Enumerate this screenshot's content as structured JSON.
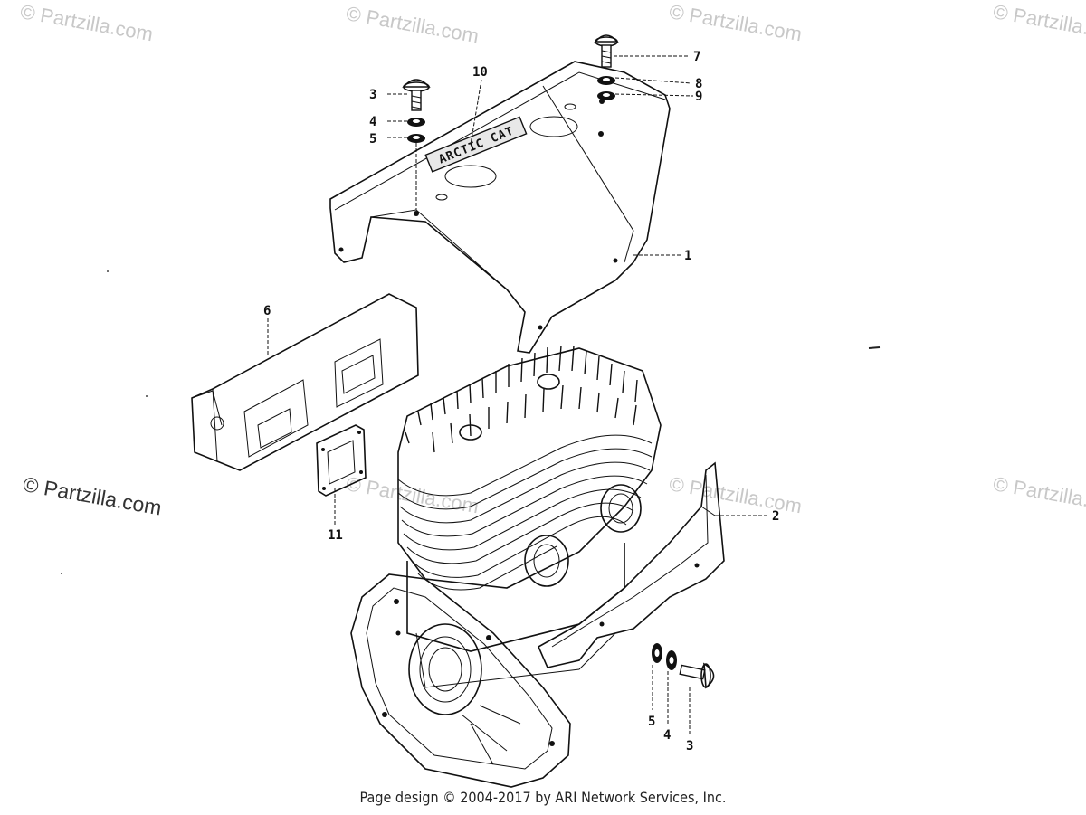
{
  "watermarks": {
    "text": "© Partzilla.com"
  },
  "callouts": {
    "c1": "1",
    "c2": "2",
    "c3_top": "3",
    "c3_bottom": "3",
    "c4_top": "4",
    "c4_bottom": "4",
    "c5_top": "5",
    "c5_bottom": "5",
    "c6": "6",
    "c7": "7",
    "c8": "8",
    "c9": "9",
    "c10": "10",
    "c11": "11"
  },
  "shroud_logo": "ARCTIC CAT",
  "footer": "Page design © 2004-2017 by ARI Network Services, Inc."
}
